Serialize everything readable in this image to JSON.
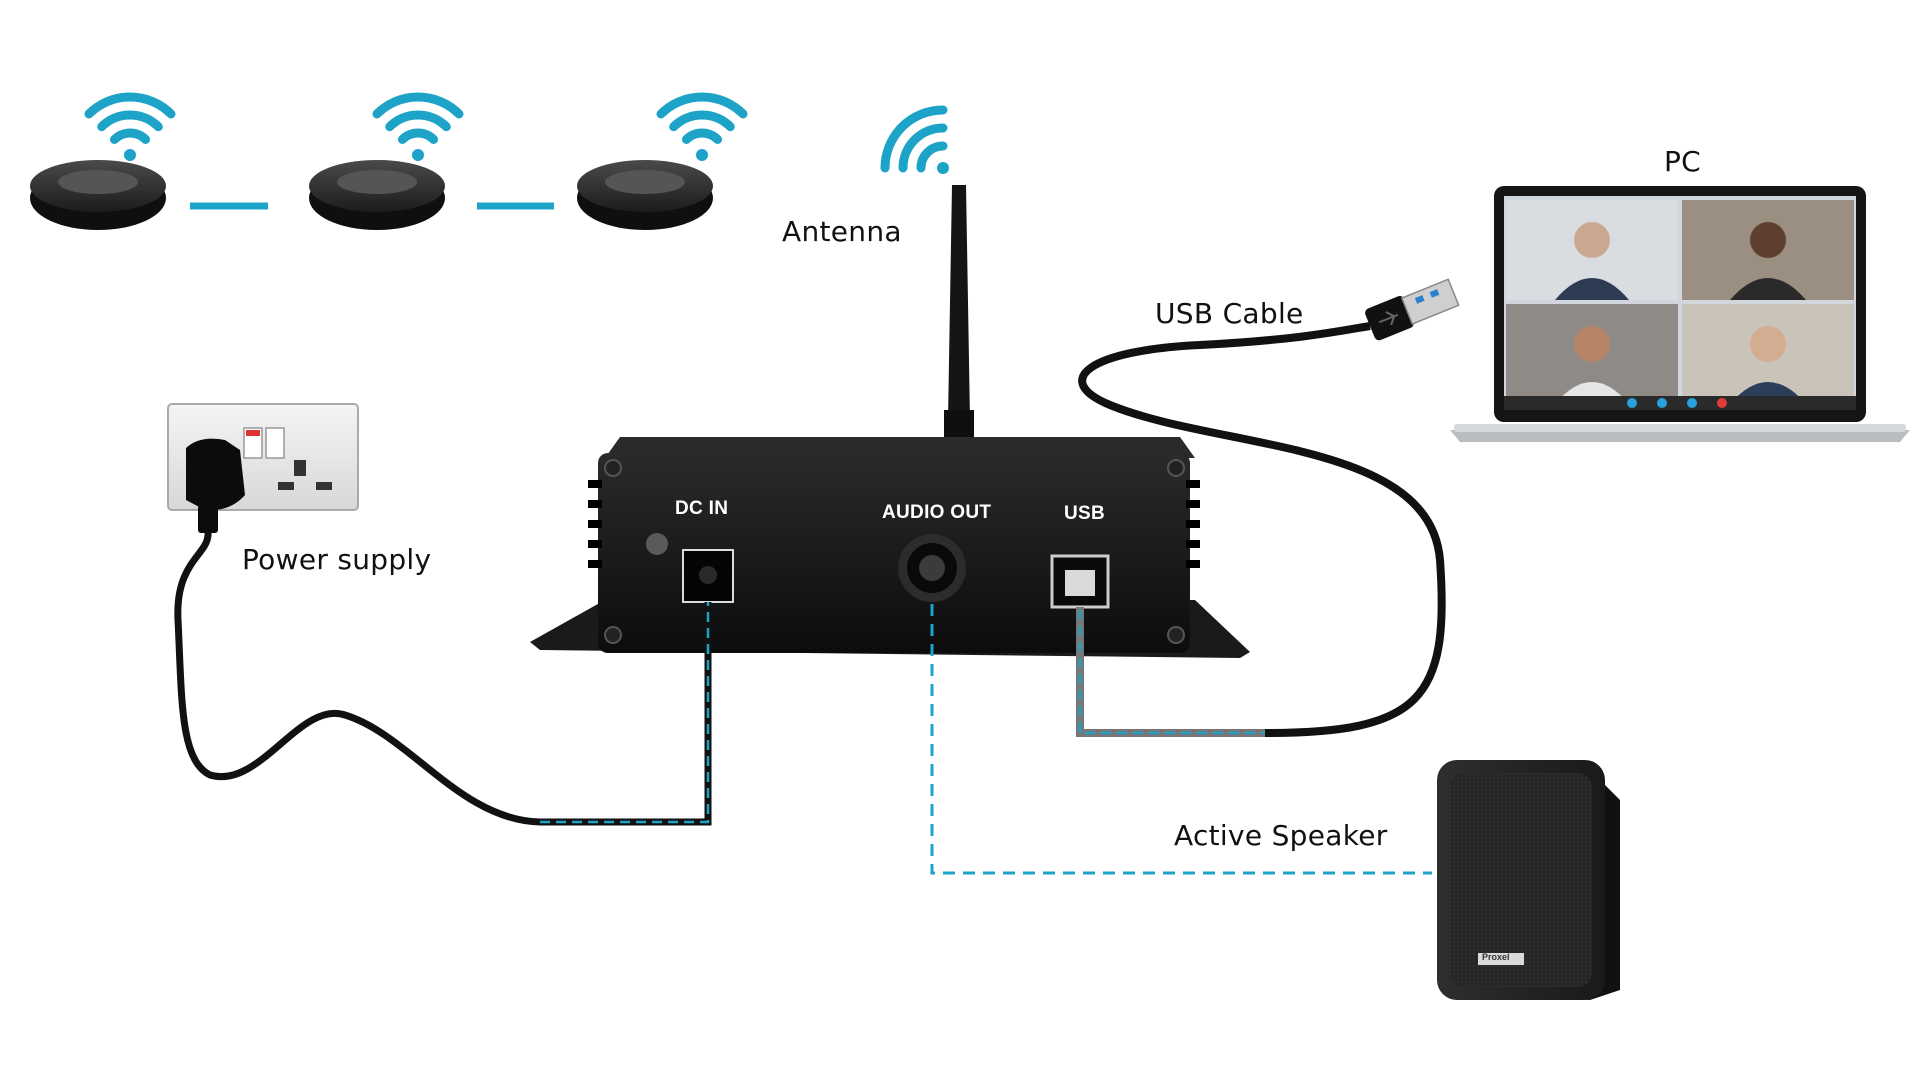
{
  "labels": {
    "antenna": "Antenna",
    "pc": "PC",
    "usb_cable": "USB Cable",
    "power_supply": "Power supply",
    "active_speaker": "Active Speaker"
  },
  "ports": {
    "dc_in": "DC IN",
    "audio_out": "AUDIO OUT",
    "usb": "USB"
  },
  "speaker_brand": "Proxel",
  "colors": {
    "wifi": "#1ea3c8",
    "link": "#1ea3c8",
    "device": "#111111",
    "cable": "#111111"
  },
  "icons": [
    "wifi-icon",
    "usb-plug-icon",
    "power-plug-icon"
  ]
}
